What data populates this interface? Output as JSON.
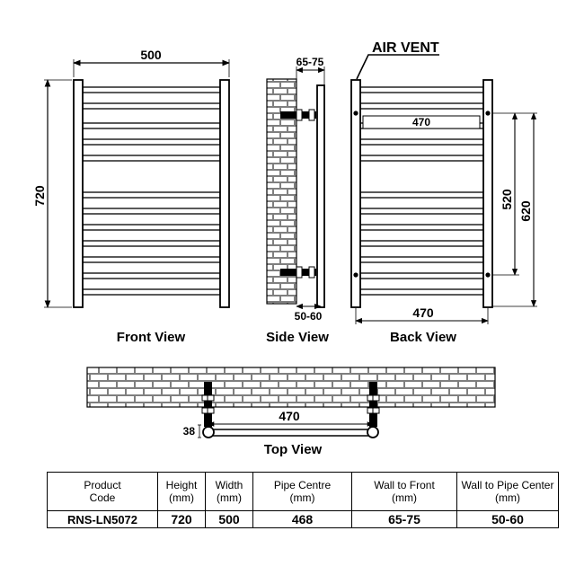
{
  "dimensions": {
    "front_width": "500",
    "front_height": "720",
    "side_wall_to_front": "65-75",
    "side_wall_to_pipe": "50-60",
    "back_inner_width": "470",
    "back_bottom_width": "470",
    "back_height_520": "520",
    "back_height_620": "620",
    "top_pipe_width": "470",
    "top_depth": "38"
  },
  "labels": {
    "air_vent": "AIR VENT",
    "front_view": "Front View",
    "side_view": "Side View",
    "back_view": "Back View",
    "top_view": "Top View"
  },
  "spec_table": {
    "headers": [
      [
        "Product",
        "Code"
      ],
      [
        "Height",
        "(mm)"
      ],
      [
        "Width",
        "(mm)"
      ],
      [
        "Pipe Centre",
        "(mm)"
      ],
      [
        "Wall to Front",
        "(mm)"
      ],
      [
        "Wall to Pipe Center",
        "(mm)"
      ]
    ],
    "values": [
      "RNS-LN5072",
      "720",
      "500",
      "468",
      "65-75",
      "50-60"
    ]
  }
}
